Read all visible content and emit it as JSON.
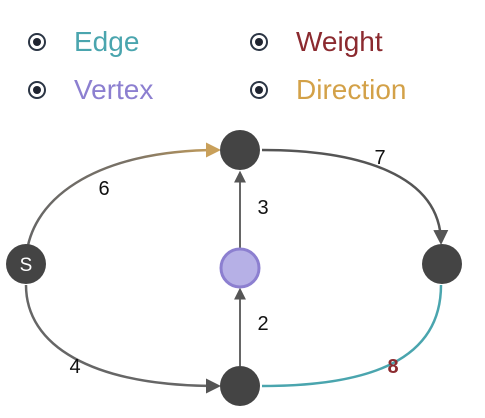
{
  "legend": {
    "edge": {
      "label": "Edge",
      "color": "#4aa5ae"
    },
    "vertex": {
      "label": "Vertex",
      "color": "#8c7fd0"
    },
    "weight": {
      "label": "Weight",
      "color": "#8b2a2f"
    },
    "direction": {
      "label": "Direction",
      "color": "#d3a148"
    }
  },
  "graph": {
    "source_label": "S",
    "node_colors": {
      "default": "#444444",
      "highlight": "#b6b0e6",
      "highlight_stroke": "#8c7fd0"
    },
    "edge_colors": {
      "default": "#666666",
      "direction": "#c9a05a",
      "edge": "#4aa5ae"
    },
    "weights": {
      "s_top": "6",
      "top_right": "7",
      "mid_top": "3",
      "bottom_mid": "2",
      "s_bottom": "4",
      "bottom_right": "8"
    }
  }
}
